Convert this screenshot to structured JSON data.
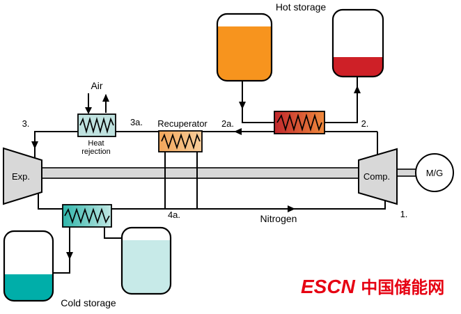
{
  "diagram": {
    "title_hint": "Pumped thermal energy storage cycle diagram",
    "labels": {
      "hot_storage": "Hot storage",
      "cold_storage": "Cold storage",
      "air": "Air",
      "recuperator": "Recuperator",
      "heat_rejection_line1": "Heat",
      "heat_rejection_line2": "rejection",
      "nitrogen": "Nitrogen",
      "expander": "Exp.",
      "compressor": "Comp.",
      "motor_generator": "M/G",
      "state_1": "1.",
      "state_2": "2.",
      "state_2a": "2a.",
      "state_3": "3.",
      "state_3a": "3a.",
      "state_4a": "4a."
    },
    "colors": {
      "hot_tank_fill": "#F7941E",
      "hot_tank_return_fill": "#CE2027",
      "cold_tank_fill": "#00AEA9",
      "cold_tank_return_fill": "#C7EAE8",
      "hot_hx_left": "#C1272D",
      "hot_hx_right": "#F08A3C",
      "recuperator_left": "#F2A65A",
      "recuperator_right": "#F7CD9B",
      "heat_rejection_fill": "#BFE2DF",
      "cold_hx_left": "#2FB5AA",
      "cold_hx_right": "#C2E8E4",
      "machine_fill": "#D8D8D8",
      "line_color": "#000000",
      "watermark_red": "#E60112"
    },
    "watermark": {
      "brand": "ESCN",
      "site_name": "中国储能网"
    }
  }
}
